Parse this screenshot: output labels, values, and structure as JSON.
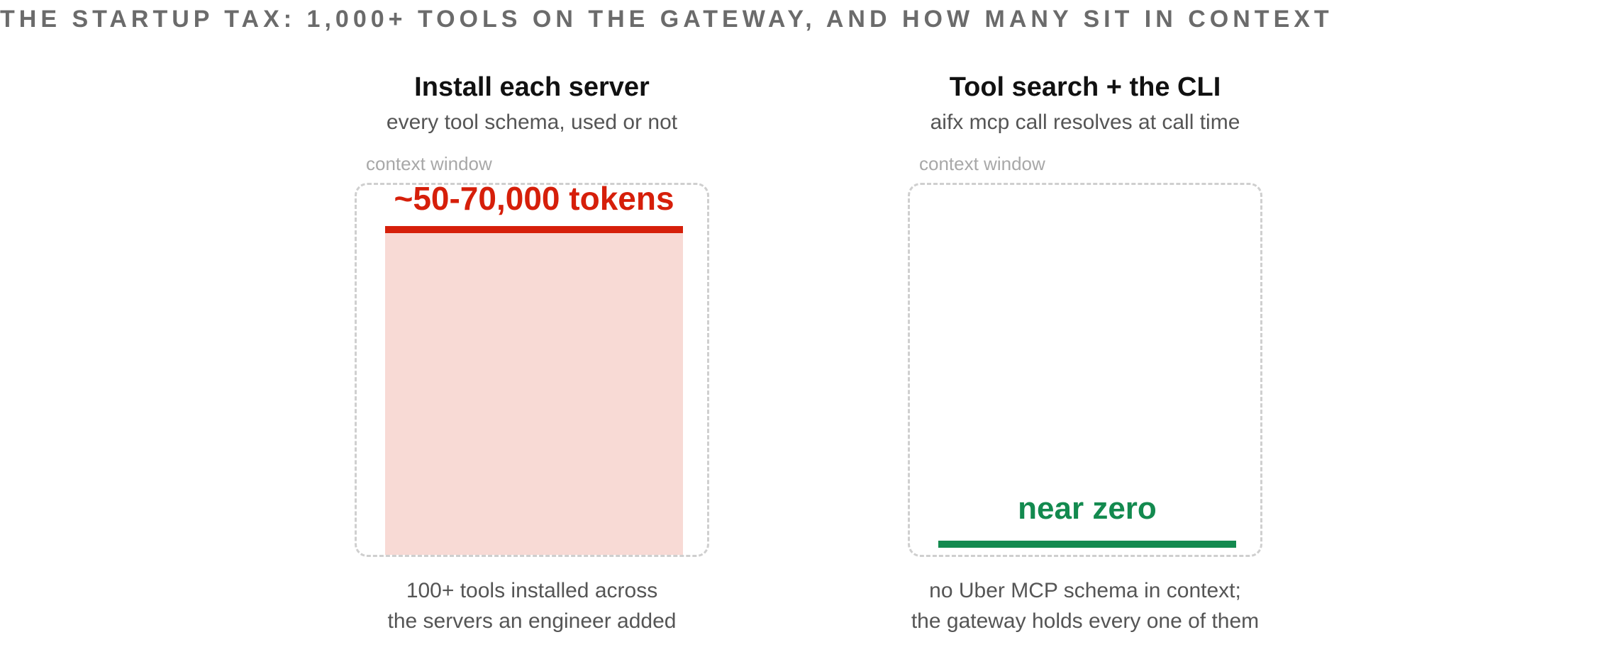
{
  "title": "THE STARTUP TAX: 1,000+ TOOLS ON THE GATEWAY, AND HOW MANY SIT IN CONTEXT",
  "panels": [
    {
      "heading": "Install each server",
      "subheading": "every tool schema, used or not",
      "context_label": "context window",
      "value_label": "~50-70,000 tokens",
      "fill_fraction": 0.87,
      "caption_line1": "100+ tools installed across",
      "caption_line2": "the servers an engineer added",
      "color": "#d61f0a",
      "fill_color": "#f8dad5"
    },
    {
      "heading": "Tool search + the CLI",
      "subheading": "aifx mcp call resolves at call time",
      "context_label": "context window",
      "value_label": "near zero",
      "fill_fraction": 0.02,
      "caption_line1": "no Uber MCP schema in context;",
      "caption_line2": "the gateway holds every one of them",
      "color": "#138a4f"
    }
  ]
}
